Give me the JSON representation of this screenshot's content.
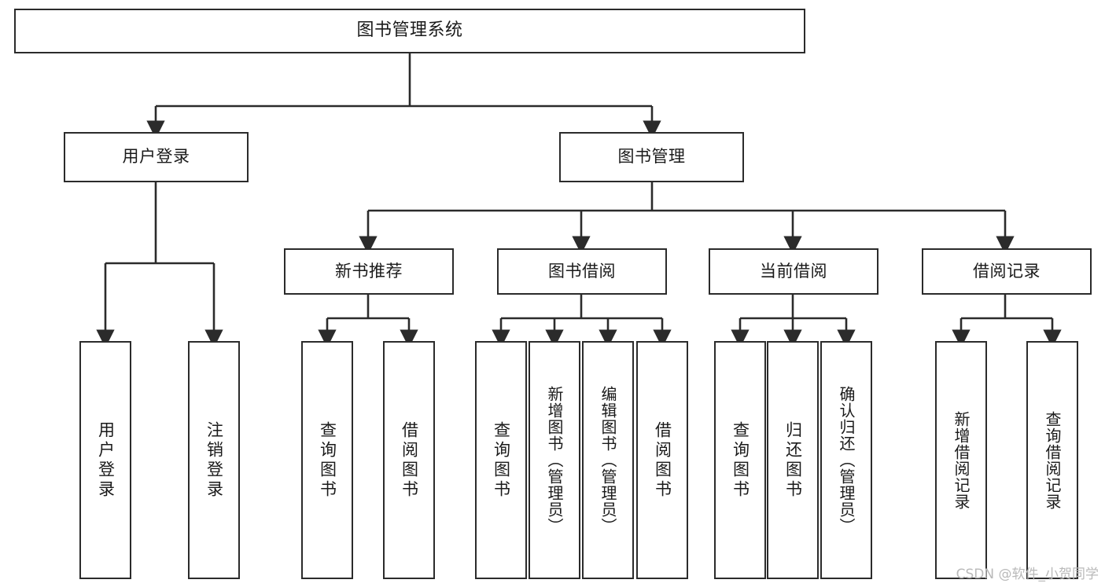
{
  "diagram": {
    "title": "图书管理系统",
    "type": "hierarchy-tree",
    "levels": 4,
    "root": {
      "id": "root",
      "label": "图书管理系统"
    },
    "level2": [
      {
        "id": "user-login",
        "label": "用户登录"
      },
      {
        "id": "book-manage",
        "label": "图书管理"
      }
    ],
    "level3": [
      {
        "id": "new-book-recommend",
        "label": "新书推荐",
        "parent": "book-manage"
      },
      {
        "id": "book-borrow",
        "label": "图书借阅",
        "parent": "book-manage"
      },
      {
        "id": "current-borrow",
        "label": "当前借阅",
        "parent": "book-manage"
      },
      {
        "id": "borrow-record",
        "label": "借阅记录",
        "parent": "book-manage"
      }
    ],
    "leaves": [
      {
        "id": "leaf-user-login",
        "label": "用户登录",
        "parent": "user-login"
      },
      {
        "id": "leaf-logout-login",
        "label": "注销登录",
        "parent": "user-login"
      },
      {
        "id": "leaf-query-book-1",
        "label": "查询图书",
        "parent": "new-book-recommend"
      },
      {
        "id": "leaf-borrow-book-1",
        "label": "借阅图书",
        "parent": "new-book-recommend"
      },
      {
        "id": "leaf-query-book-2",
        "label": "查询图书",
        "parent": "book-borrow"
      },
      {
        "id": "leaf-add-book",
        "label": "新增图书（管理员）",
        "parent": "book-borrow"
      },
      {
        "id": "leaf-edit-book",
        "label": "编辑图书（管理员）",
        "parent": "book-borrow"
      },
      {
        "id": "leaf-borrow-book-2",
        "label": "借阅图书",
        "parent": "book-borrow"
      },
      {
        "id": "leaf-query-book-3",
        "label": "查询图书",
        "parent": "current-borrow"
      },
      {
        "id": "leaf-return-book",
        "label": "归还图书",
        "parent": "current-borrow"
      },
      {
        "id": "leaf-confirm-return",
        "label": "确认归还（管理员）",
        "parent": "current-borrow"
      },
      {
        "id": "leaf-add-record",
        "label": "新增借阅记录",
        "parent": "borrow-record"
      },
      {
        "id": "leaf-query-record",
        "label": "查询借阅记录",
        "parent": "borrow-record"
      }
    ],
    "colors": {
      "stroke": "#2b2b2b",
      "fill": "#ffffff",
      "text": "#1a1a1a",
      "watermark": "#b9b9b9"
    }
  },
  "watermark": {
    "text": "CSDN @软件_小贺同学"
  }
}
